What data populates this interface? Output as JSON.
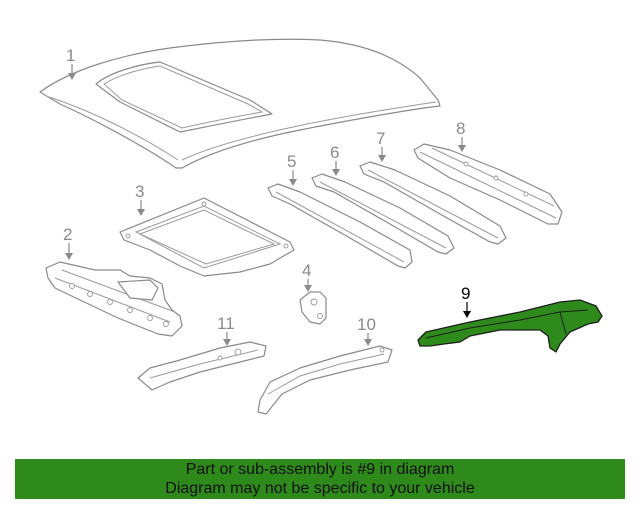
{
  "colors": {
    "banner_background": "#2f8a1c",
    "highlight_part": "#2f8a1c",
    "line_art": "#8a8a8a",
    "background": "#ffffff"
  },
  "callouts": [
    "1",
    "2",
    "3",
    "4",
    "5",
    "6",
    "7",
    "8",
    "9",
    "10",
    "11"
  ],
  "highlighted_part": "9",
  "banner": {
    "line1": "Part or sub-assembly is #9 in diagram",
    "line2": "Diagram may not be specific to your vehicle"
  }
}
